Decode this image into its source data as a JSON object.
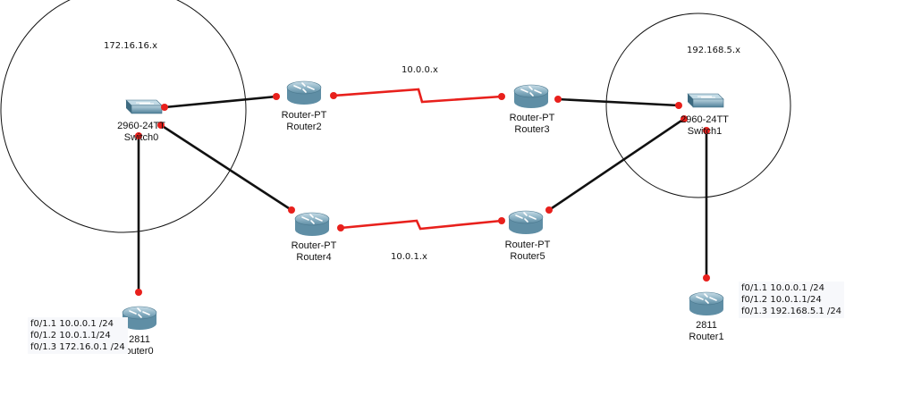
{
  "colors": {
    "cable_ethernet": "#111111",
    "cable_serial": "#e8201c",
    "port": "#e8201c",
    "router_body": "#7fa9bd",
    "switch_body": "#6f9bb0"
  },
  "networks": [
    {
      "id": "net-left",
      "label": "172.16.16.x"
    },
    {
      "id": "net-right",
      "label": "192.168.5.x"
    }
  ],
  "links": [
    {
      "id": "serial-top",
      "label": "10.0.0.x"
    },
    {
      "id": "serial-bottom",
      "label": "10.0.1.x"
    }
  ],
  "devices": {
    "switch0": {
      "model": "2960-24TT",
      "name": "Switch0",
      "icon": "switch-icon"
    },
    "switch1": {
      "model": "2960-24TT",
      "name": "Switch1",
      "icon": "switch-icon"
    },
    "router2": {
      "model": "Router-PT",
      "name": "Router2",
      "icon": "router-icon"
    },
    "router3": {
      "model": "Router-PT",
      "name": "Router3",
      "icon": "router-icon"
    },
    "router4": {
      "model": "Router-PT",
      "name": "Router4",
      "icon": "router-icon"
    },
    "router5": {
      "model": "Router-PT",
      "name": "Router5",
      "icon": "router-icon"
    },
    "router0": {
      "model": "2811",
      "name": "outer0",
      "icon": "router-icon"
    },
    "router1": {
      "model": "2811",
      "name": "Router1",
      "icon": "router-icon"
    }
  },
  "notes": {
    "router0": [
      "f0/1.1 10.0.0.1 /24",
      "f0/1.2 10.0.1.1/24",
      "f0/1.3 172.16.0.1 /24"
    ],
    "router1": [
      "f0/1.1 10.0.0.1 /24",
      "f0/1.2 10.0.1.1/24",
      "f0/1.3 192.168.5.1 /24"
    ]
  }
}
